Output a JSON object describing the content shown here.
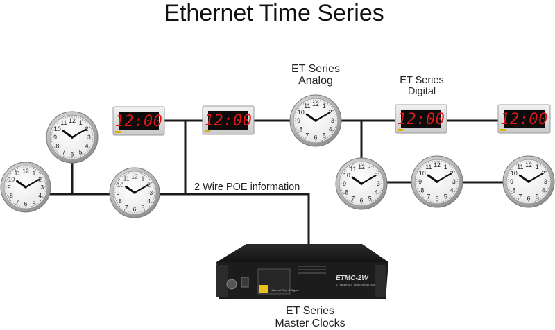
{
  "title": "Ethernet Time Series",
  "labels": {
    "analog_line1": "ET Series",
    "analog_line2": "Analog",
    "digital_line1": "ET Series",
    "digital_line2": "Digital",
    "master_line1": "ET Series",
    "master_line2": "Master Clocks",
    "wire": "2 Wire POE information"
  },
  "digital_display_time": "12:00",
  "master_unit": {
    "model": "ETMC-2W",
    "subtitle": "ETHERNET TIME SYSTEM",
    "brand": "National Time & Signal"
  },
  "colors": {
    "wire": "#1a1a1a",
    "led": "#e01818",
    "clock_face": "#f7f7f7",
    "clock_rim": "#b8b8b8"
  }
}
